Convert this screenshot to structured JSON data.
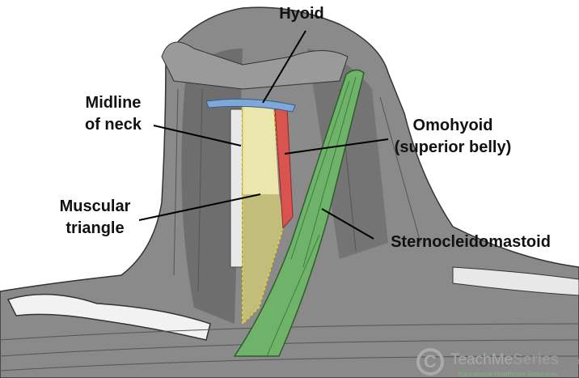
{
  "labels": {
    "hyoid": "Hyoid",
    "midline_1": "Midline",
    "midline_2": "of neck",
    "omohyoid_1": "Omohyoid",
    "omohyoid_2": "(superior belly)",
    "muscular_1": "Muscular",
    "muscular_2": "triangle",
    "scm": "Sternocleidomastoid"
  },
  "logo": {
    "symbol": "C",
    "name_light": "TeachMe",
    "name_bold": "Series",
    "domain": ".com",
    "tagline": "Educational Healthcare Resources"
  },
  "colors": {
    "hyoid": "#7fa8d8",
    "midline": "#f4f0b0",
    "muscular_triangle": "#c9c27a",
    "omohyoid": "#d9534f",
    "scm": "#6fb36a"
  }
}
